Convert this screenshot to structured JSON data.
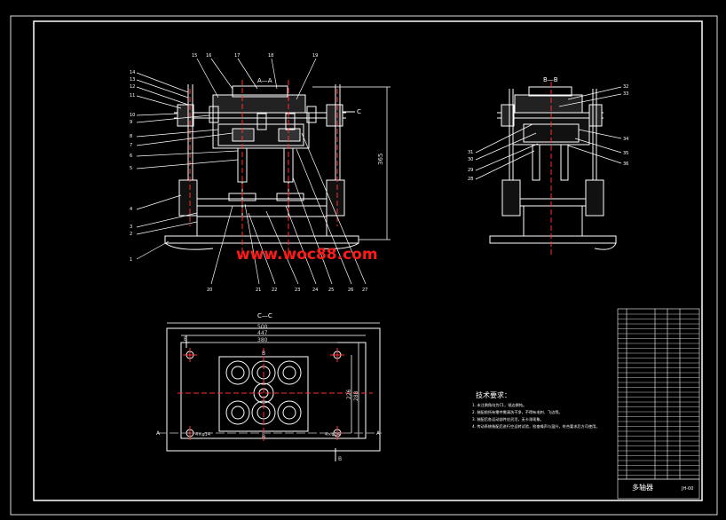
{
  "drawing": {
    "view_aa_title": "A—A",
    "view_bb_title": "B—B",
    "view_cc_title": "C—C",
    "section_c_label": "C",
    "section_a_label": "A",
    "section_b_label": "B",
    "dim_height_aa": "365",
    "dim_500": "500",
    "dim_447": "447",
    "dim_380": "380",
    "dim_226": "226",
    "dim_288": "288",
    "hole_label_left": "4×φ14",
    "hole_label_right": "4×φ14",
    "watermark": "www.woc88.com",
    "tech_title": "技术要求：",
    "tech_lines": [
      "1. 未注倒角均为C1，锐边倒钝。",
      "2. 装配前所有零件需清洗干净，不得有毛刺、飞边等。",
      "3. 装配后各运动部件应灵活，无卡滞现象。",
      "4. 传动系统装配后进行空运转试验，检查噪声与温升，符合要求后方可使用。"
    ],
    "title_block_text": "多轴器",
    "title_block_no": "JH-00"
  },
  "aa_labels_left": [
    "14",
    "13",
    "12",
    "11",
    "10",
    "9",
    "8",
    "7",
    "6",
    "5",
    "4",
    "3",
    "2",
    "1"
  ],
  "aa_labels_top": [
    "15",
    "16",
    "17",
    "18",
    "19"
  ],
  "aa_labels_bottom": [
    "20",
    "21",
    "22",
    "23",
    "24",
    "25",
    "26",
    "27"
  ],
  "bb_labels_right_top": [
    "32",
    "33"
  ],
  "bb_labels_right": [
    "34",
    "35",
    "36"
  ],
  "bb_labels_left": [
    "31",
    "30",
    "29",
    "28"
  ],
  "colors": {
    "background": "#000000",
    "line": "#ffffff",
    "red_line": "#ff3030",
    "watermark_red": "#ff1a1a",
    "dim_gray": "#c8c8c8"
  }
}
